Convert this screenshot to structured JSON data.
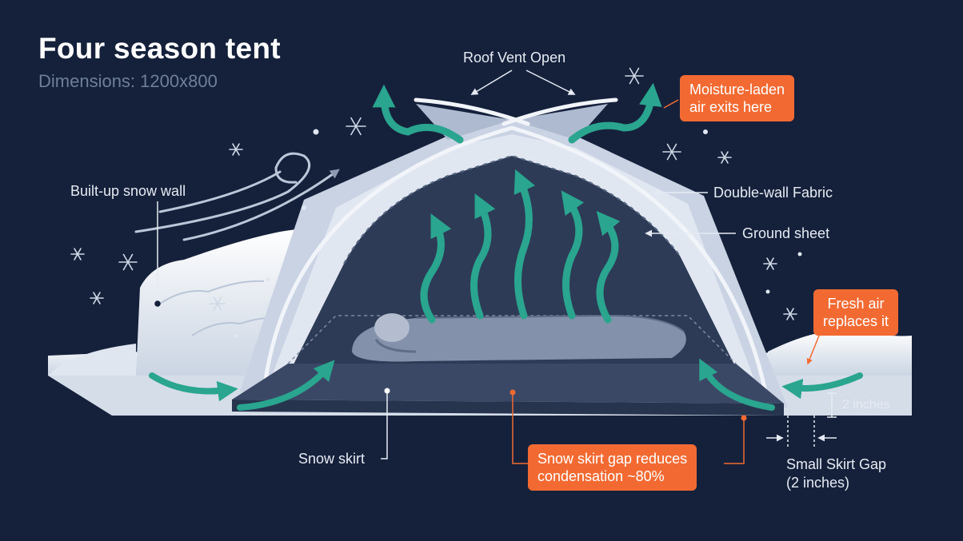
{
  "title": "Four season tent",
  "subtitle": "Dimensions: 1200x800",
  "labels": {
    "roof_vent": "Roof Vent Open",
    "snow_wall": "Built-up snow wall",
    "double_wall": "Double-wall Fabric",
    "ground_sheet": "Ground sheet",
    "snow_skirt": "Snow skirt",
    "gap_height": "2 inches",
    "skirt_gap_line1": "Small Skirt Gap",
    "skirt_gap_line2": "(2 inches)"
  },
  "callouts": {
    "moisture": "Moisture-laden\nair exits here",
    "fresh_air": "Fresh air\nreplaces it",
    "condensation": "Snow skirt gap reduces\ncondensation ~80%"
  },
  "colors": {
    "background": "#15213b",
    "accent_orange": "#f26a32",
    "airflow_teal": "#2aa58f",
    "snow": "#e9eef6",
    "tent_fabric": "#cfd8e8",
    "tent_inner": "#2d3b56"
  },
  "icons": [
    "snowflake-icon",
    "wind-gust-icon",
    "airflow-arrow-icon",
    "sleeping-person-icon"
  ]
}
